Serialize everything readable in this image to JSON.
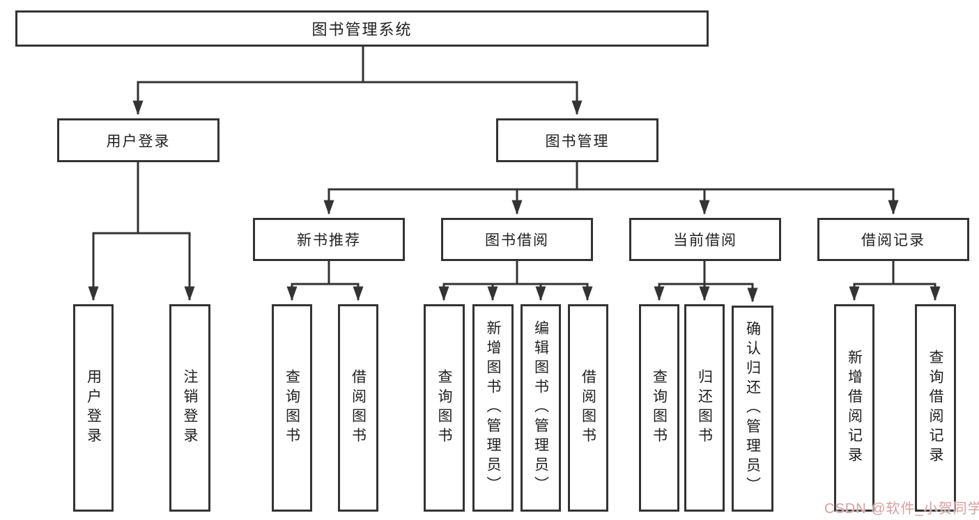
{
  "diagram": {
    "title": "图书管理系统",
    "type": "hierarchy-tree",
    "colors": {
      "box_border": "#333333",
      "connector_line": "#333333",
      "text": "#1f1f1f",
      "background": "#ffffff",
      "watermark": "#d79e9e"
    },
    "nodes": {
      "root": "图书管理系统",
      "user_login": "用户登录",
      "book_mgmt": "图书管理",
      "user_login_children": [
        "用户登录",
        "注销登录"
      ],
      "book_mgmt_children": [
        "新书推荐",
        "图书借阅",
        "当前借阅",
        "借阅记录"
      ],
      "new_book_rec_children": [
        "查询图书",
        "借阅图书"
      ],
      "book_borrow_children": [
        "查询图书",
        "新增图书（管理员）",
        "编辑图书（管理员）",
        "借阅图书"
      ],
      "current_borrow_children": [
        "查询图书",
        "归还图书",
        "确认归还（管理员）"
      ],
      "borrow_record_children": [
        "新增借阅记录",
        "查询借阅记录"
      ]
    },
    "watermark": "CSDN @软件_小贺同学"
  }
}
